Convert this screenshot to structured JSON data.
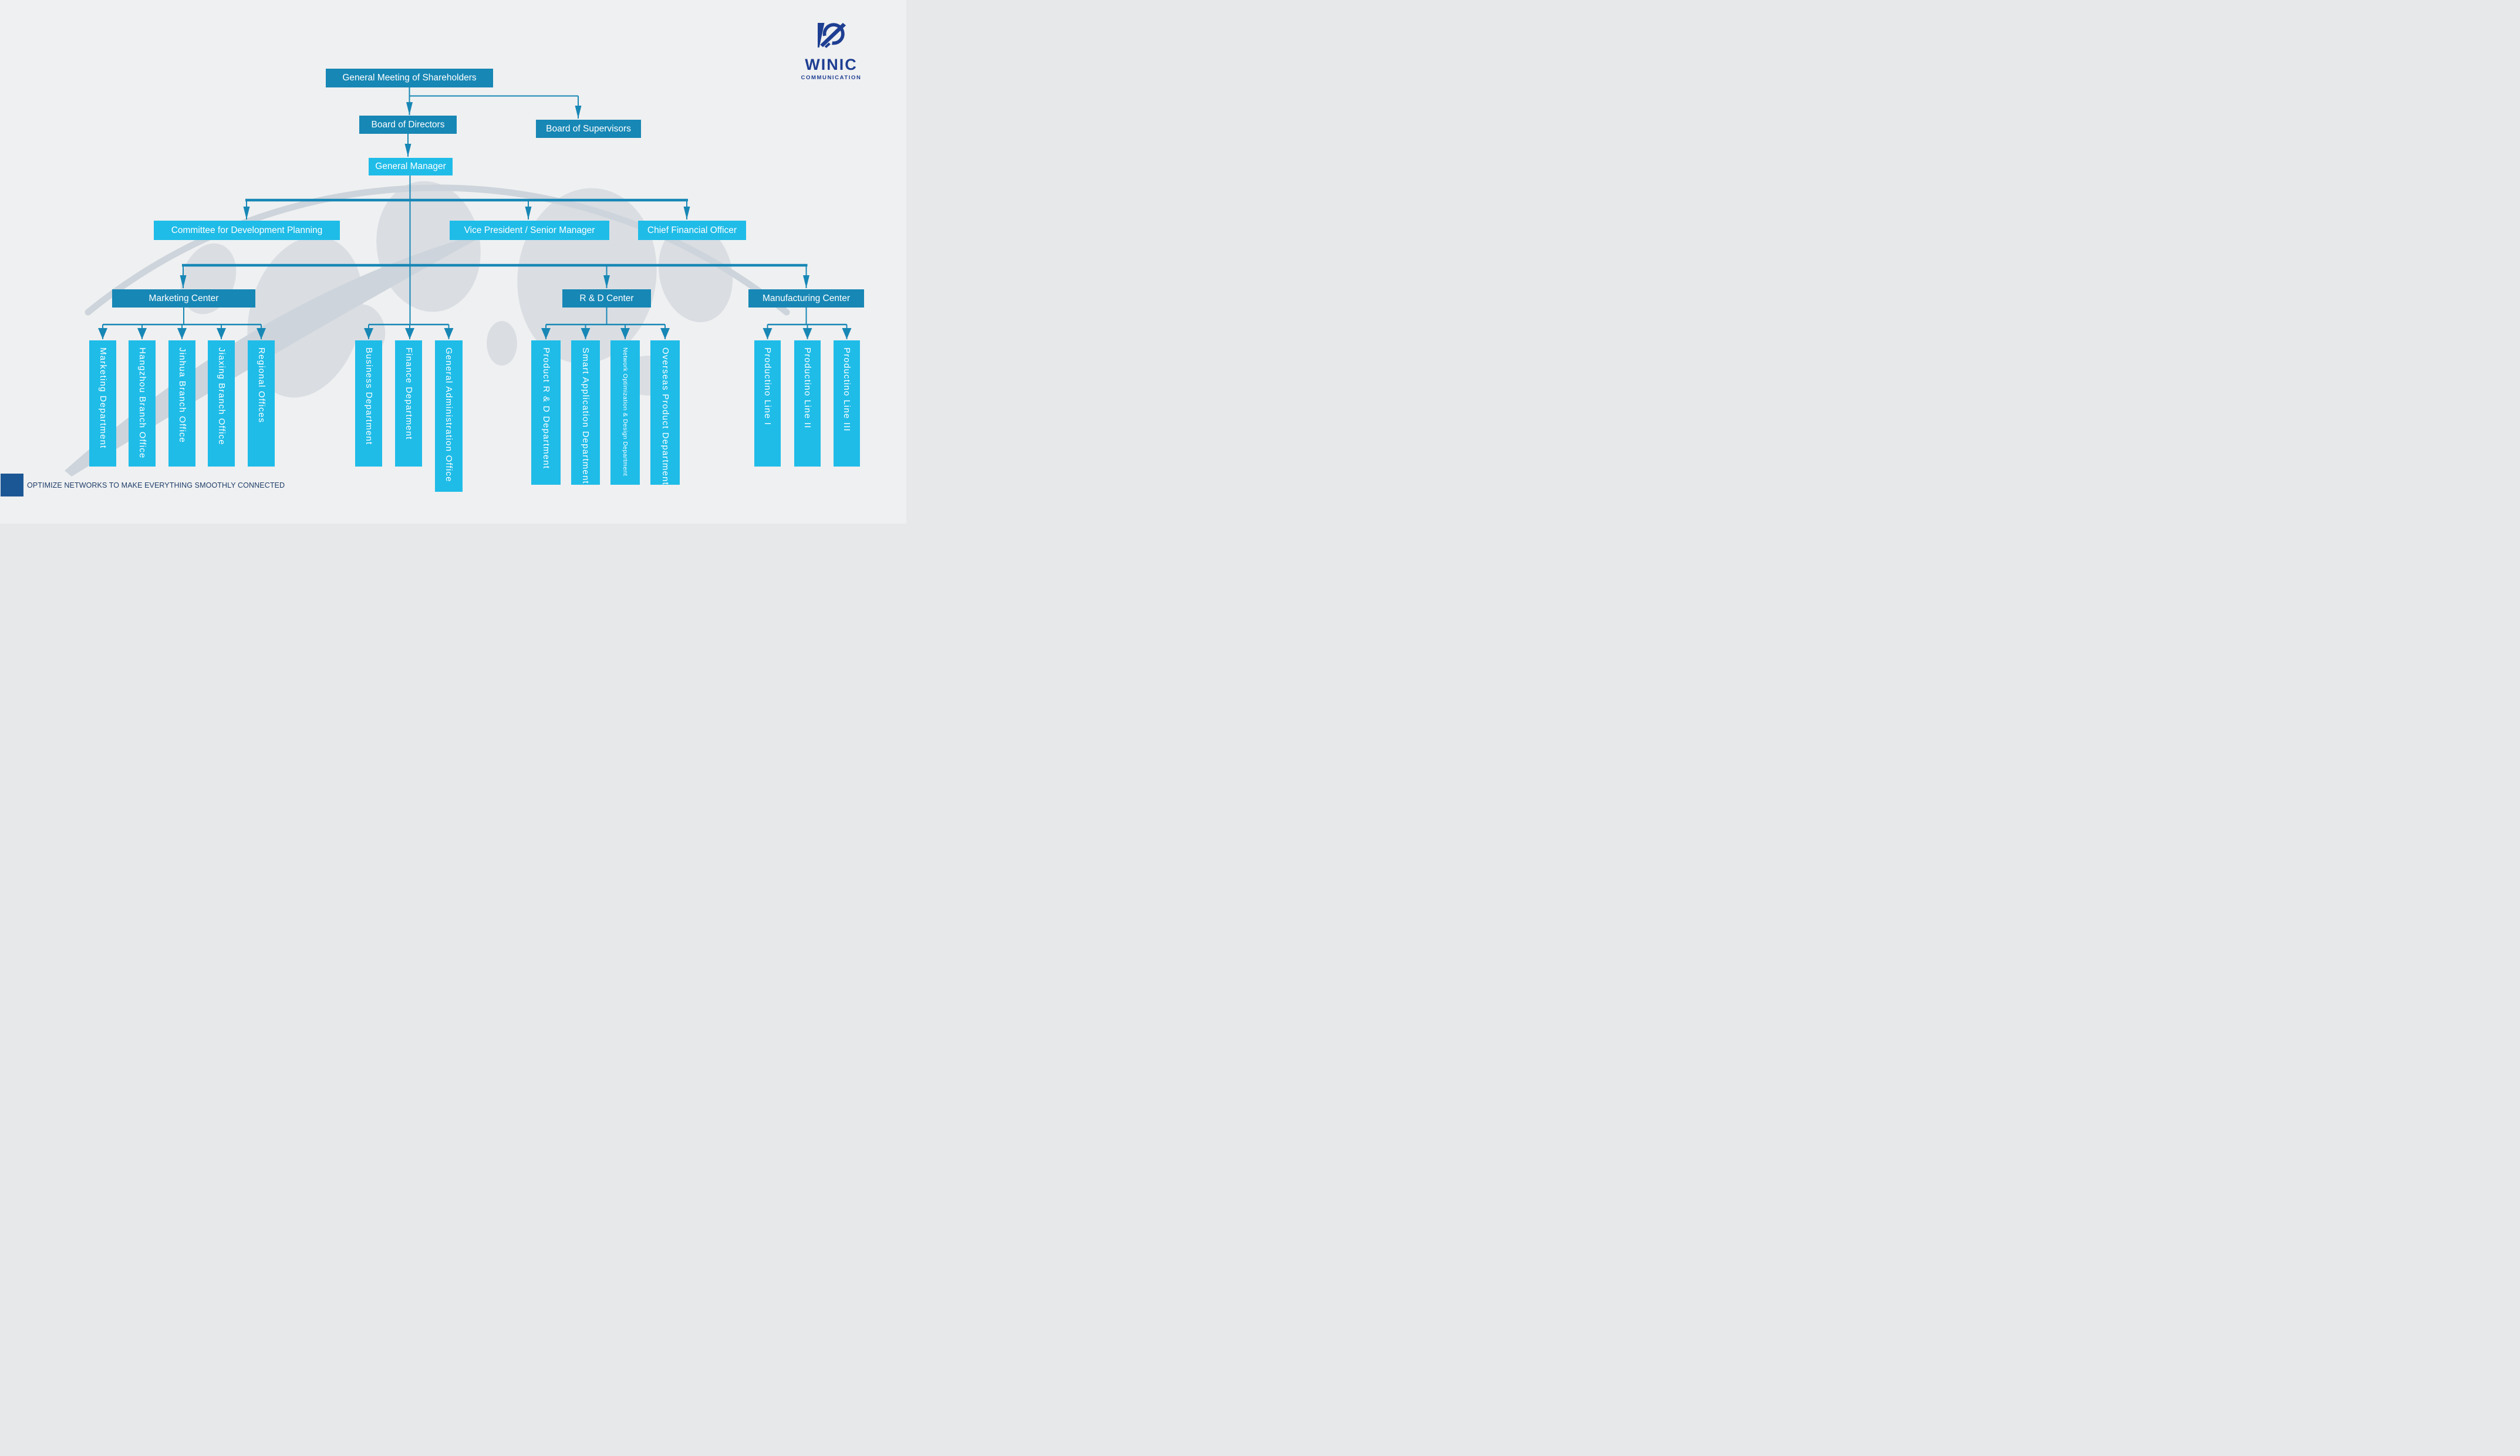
{
  "slide": {
    "background": "#eff0f1",
    "tagline": "OPTIMIZE NETWORKS TO MAKE EVERYTHING SMOOTHLY CONNECTED"
  },
  "logo": {
    "name": "WINIC",
    "subtitle": "COMMUNICATION",
    "color": "#1e3e92"
  },
  "theme": {
    "node_dark": "#1787b5",
    "node_light": "#1fbce8",
    "connector": "#1787b5",
    "node_text": "#ffffff",
    "watermark": "#d6dbe0",
    "tagline_square": "#1c5795",
    "tagline_text": "#1e3d69"
  },
  "org_chart": {
    "type": "org-tree",
    "nodes": {
      "general_meeting": "General Meeting of Shareholders",
      "board_directors": "Board of Directors",
      "board_supervisors": "Board of Supervisors",
      "general_manager": "General Manager",
      "committee": "Committee for Development Planning",
      "vp": "Vice President / Senior Manager",
      "cfo": "Chief Financial Officer",
      "marketing_center": "Marketing Center",
      "rd_center": "R & D Center",
      "manufacturing_center": "Manufacturing Center",
      "marketing_dept": "Marketing Department",
      "hangzhou": "Hangzhou Branch Office",
      "jinhua": "Jinhua Branch Office",
      "jiaxing": "Jiaxing Branch Office",
      "regional": "Regional Offices",
      "business": "Business Department",
      "finance": "Finance Department",
      "gen_admin": "General Administration Office",
      "product_rd": "Product R & D Department",
      "smart_app": "Smart Application Department",
      "network_opt": "Network Optimization & Design Department",
      "overseas": "Overseas Product Department",
      "line1": "Productino Line I",
      "line2": "Productino Line II",
      "line3": "Productino Line III"
    },
    "hierarchy": {
      "General Meeting of Shareholders": [
        "Board of Directors",
        "Board of Supervisors"
      ],
      "Board of Directors": [
        "General Manager"
      ],
      "General Manager": [
        "Committee for Development Planning",
        "Vice President / Senior Manager",
        "Chief Financial Officer",
        "Marketing Center",
        "R & D Center",
        "Manufacturing Center",
        "Business Department",
        "Finance Department",
        "General Administration Office"
      ],
      "Marketing Center": [
        "Marketing Department",
        "Hangzhou Branch Office",
        "Jinhua Branch Office",
        "Jiaxing Branch Office",
        "Regional Offices"
      ],
      "R & D Center": [
        "Product R & D Department",
        "Smart Application Department",
        "Network Optimization & Design Department",
        "Overseas Product Department"
      ],
      "Manufacturing Center": [
        "Productino Line I",
        "Productino Line II",
        "Productino Line III"
      ]
    }
  }
}
